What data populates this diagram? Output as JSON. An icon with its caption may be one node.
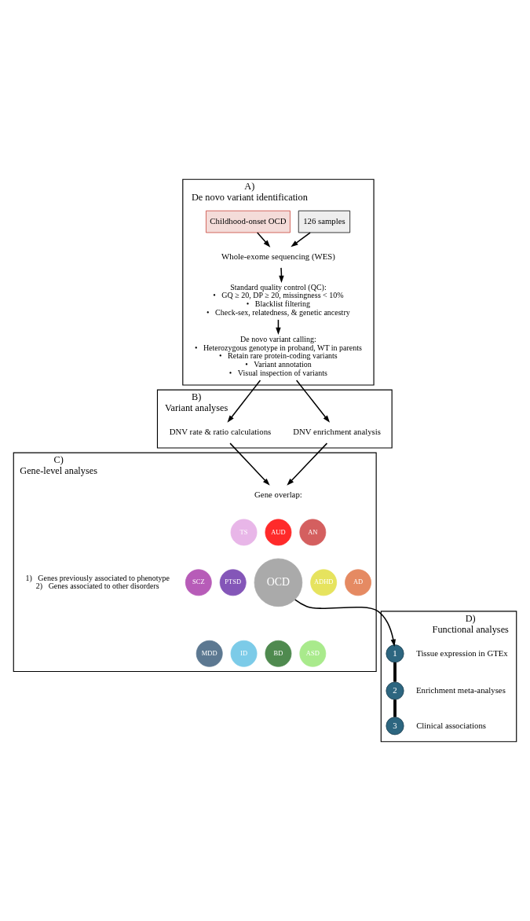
{
  "diagram": {
    "nodes": [
      {
        "text": [
          "A)",
          "De novo variant identification"
        ]
      },
      {
        "text": [
          "Childhood-onset OCD"
        ],
        "in": 0
      },
      {
        "text": [
          "126 samples"
        ],
        "in": 0
      },
      {
        "text": [
          "Whole-exome sequencing (WES)"
        ],
        "in": 0
      },
      {
        "text": [
          "Standard quality control (QC):",
          "•   GQ ≥ 20, DP ≥ 20, missingness < 10%",
          "•   Blacklist filtering",
          "•   Check-sex, relatedness, & genetic ancestry"
        ],
        "in": 0
      },
      {
        "text": [
          "De novo variant calling:",
          "•   Heterozygous genotype in proband, WT in parents",
          "•   Retain rare protein-coding variants",
          "•   Variant annotation",
          "•   Visual inspection of variants"
        ],
        "in": 0
      },
      {
        "text": [
          "B)",
          "Variant analyses"
        ]
      },
      {
        "text": [
          "DNV rate & ratio calculations"
        ],
        "in": 6
      },
      {
        "text": [
          "DNV enrichment analysis"
        ],
        "in": 6
      },
      {
        "text": [
          "C)",
          "Gene-level analyses"
        ]
      },
      {
        "text": [
          "Gene overlap:"
        ],
        "in": 9
      },
      {
        "text": [
          "1)   Genes previously associated to phenotype",
          "2)   Genes associated to other disorders"
        ],
        "in": 9
      },
      {
        "text": [
          "OCD"
        ],
        "in": 9
      },
      {
        "text": [
          "AUD"
        ],
        "in": 9
      },
      {
        "text": [
          "AN"
        ],
        "in": 9
      },
      {
        "text": [
          "AD"
        ],
        "in": 9
      },
      {
        "text": [
          "ADHD"
        ],
        "in": 9
      },
      {
        "text": [
          "ASD"
        ],
        "in": 9
      },
      {
        "text": [
          "BD"
        ],
        "in": 9
      },
      {
        "text": [
          "ID"
        ],
        "in": 9
      },
      {
        "text": [
          "MDD"
        ],
        "in": 9
      },
      {
        "text": [
          "PTSD"
        ],
        "in": 9
      },
      {
        "text": [
          "SCZ"
        ],
        "in": 9
      },
      {
        "text": [
          "TS"
        ],
        "in": 9
      },
      {
        "text": [
          "D)",
          "Functional analyses"
        ]
      },
      {
        "text": [
          "1"
        ],
        "beside": [
          "Tissue expression in GTEx"
        ],
        "in": 24
      },
      {
        "text": [
          "2"
        ],
        "beside": [
          "Enrichment meta-analyses"
        ],
        "in": 24
      },
      {
        "text": [
          "3"
        ],
        "beside": [
          "Clinical associations"
        ],
        "in": 24
      }
    ],
    "edges": [
      {
        "from": 1,
        "to": 3,
        "arrow": "to"
      },
      {
        "from": 2,
        "to": 3,
        "arrow": "to"
      },
      {
        "from": 3,
        "to": 4,
        "arrow": "to"
      },
      {
        "from": 4,
        "to": 5,
        "arrow": "to"
      },
      {
        "from": 5,
        "to": 7,
        "arrow": "to"
      },
      {
        "from": 5,
        "to": 8,
        "arrow": "to"
      },
      {
        "from": 7,
        "to": 10,
        "arrow": "to"
      },
      {
        "from": 8,
        "to": 10,
        "arrow": "to"
      },
      {
        "from": 12,
        "to": 25,
        "arrow": "to"
      },
      {
        "from": 25,
        "to": 26,
        "arrow": "none",
        "style": "thick"
      },
      {
        "from": 26,
        "to": 27,
        "arrow": "none",
        "style": "thick"
      }
    ]
  }
}
